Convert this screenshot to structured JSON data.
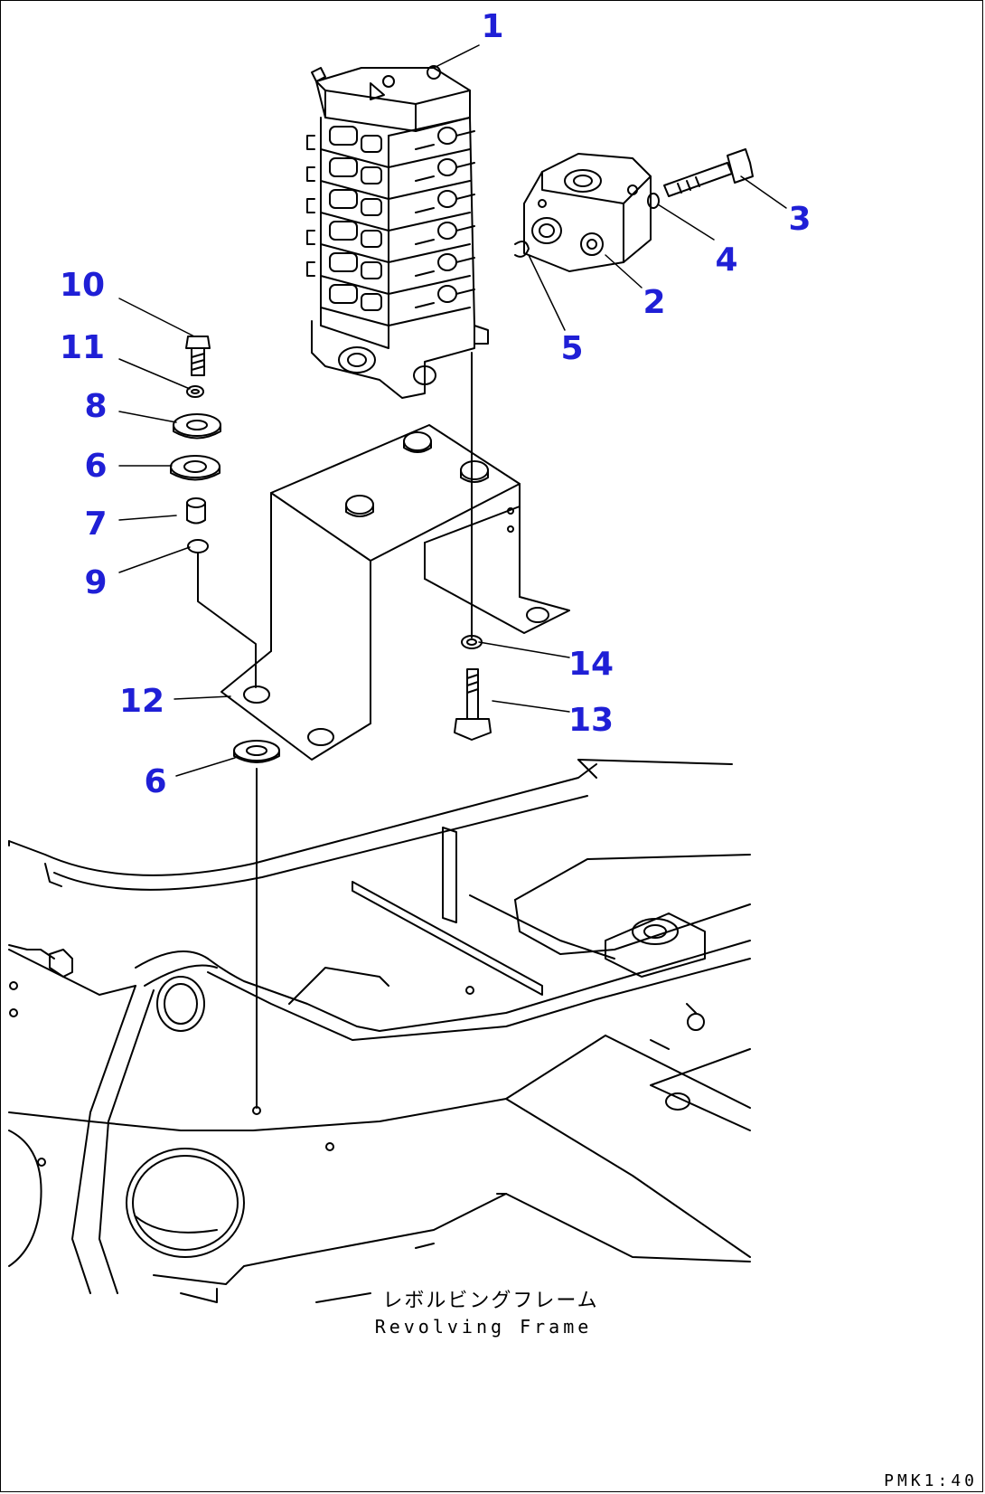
{
  "callouts": {
    "c1": "1",
    "c2": "2",
    "c3": "3",
    "c4": "4",
    "c5": "5",
    "c6a": "6",
    "c6b": "6",
    "c7": "7",
    "c8": "8",
    "c9": "9",
    "c10": "10",
    "c11": "11",
    "c12": "12",
    "c13": "13",
    "c14": "14"
  },
  "caption": {
    "japanese": "レボルビングフレーム",
    "english": "Revolving Frame"
  },
  "figure_code": "PMK1:40",
  "colors": {
    "callout": "#1f1fd6",
    "line": "#000000",
    "background": "#ffffff"
  }
}
